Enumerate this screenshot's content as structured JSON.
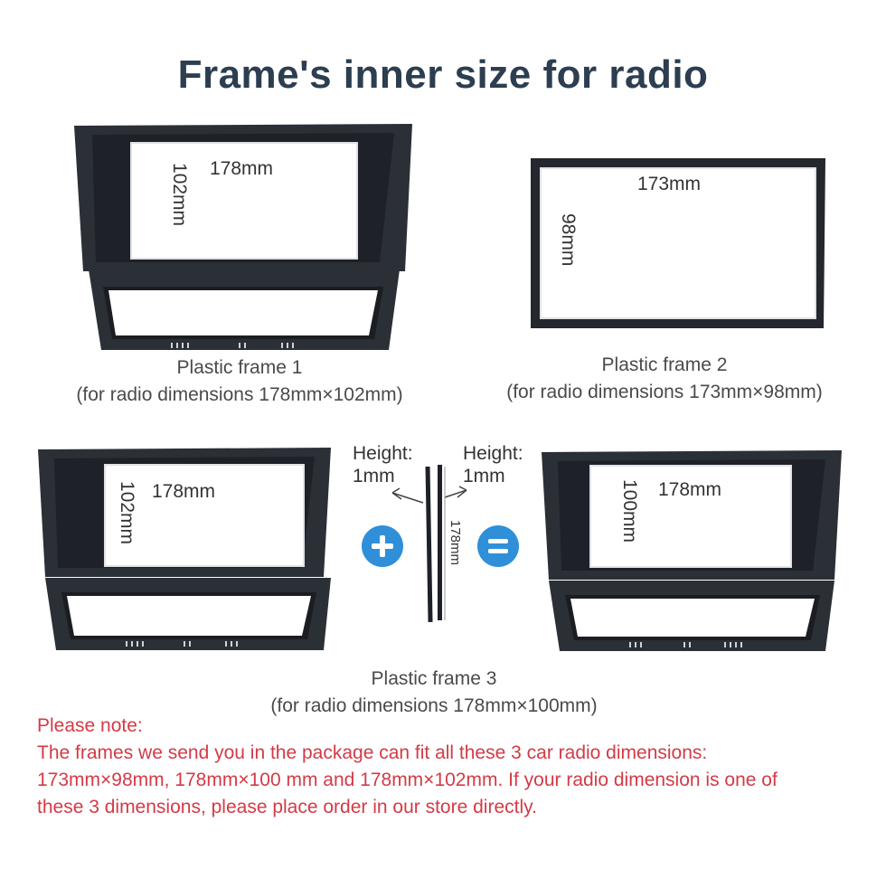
{
  "title": "Frame's inner size for radio",
  "frames": {
    "frame1": {
      "width_label": "178mm",
      "height_label": "102mm",
      "name": "Plastic frame 1",
      "dimensions": "(for radio dimensions 178mm×102mm)"
    },
    "frame2": {
      "width_label": "173mm",
      "height_label": "98mm",
      "name": "Plastic frame 2",
      "dimensions": "(for radio dimensions 173mm×98mm)"
    },
    "frame3": {
      "left": {
        "width_label": "178mm",
        "height_label": "102mm"
      },
      "result": {
        "width_label": "178mm",
        "height_label": "100mm"
      },
      "shim": {
        "left_height_title": "Height:",
        "left_height_value": "1mm",
        "right_height_title": "Height:",
        "right_height_value": "1mm",
        "length_label": "178mm"
      },
      "name": "Plastic frame 3",
      "dimensions": "(for radio dimensions 178mm×100mm)"
    }
  },
  "symbols": {
    "plus": "plus-icon",
    "equals": "equals-icon"
  },
  "colors": {
    "title": "#2c3e50",
    "note": "#d43a46",
    "circle": "#2f8fd8",
    "frame": "#2b2f36"
  },
  "note": {
    "heading": "Please note:",
    "lines": [
      "The frames we send you in the package can fit all these 3 car radio dimensions:",
      "173mm×98mm,  178mm×100 mm and  178mm×102mm. If your radio dimension is one of",
      "these 3 dimensions, please place order in our store directly."
    ]
  }
}
